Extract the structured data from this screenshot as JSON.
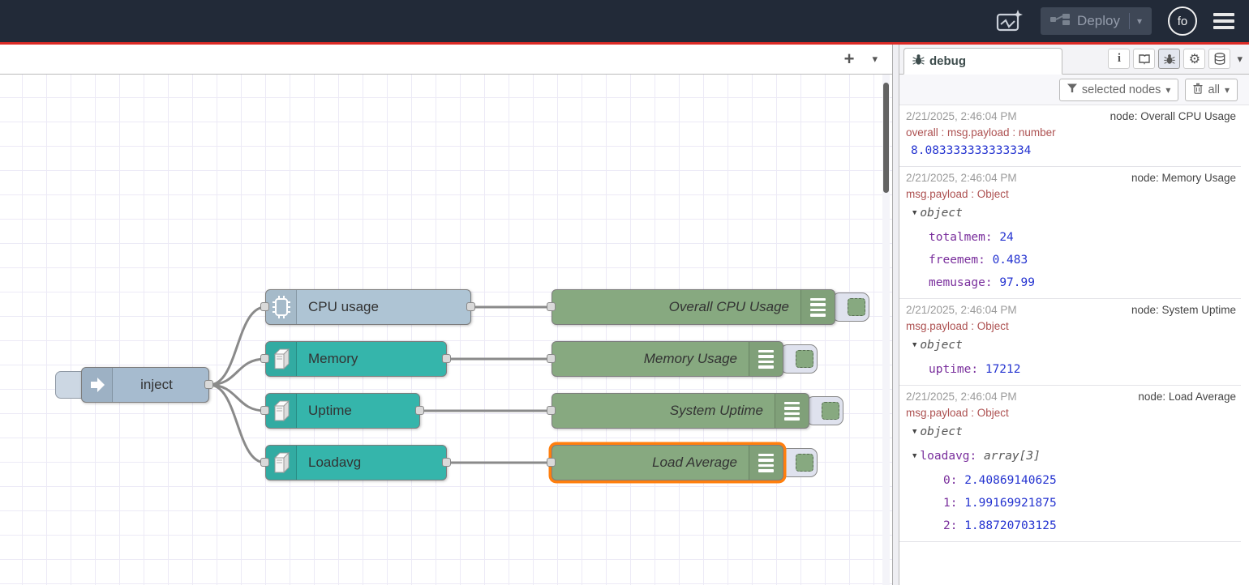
{
  "header": {
    "deploy_label": "Deploy",
    "avatar_label": "fo"
  },
  "colors": {
    "header_bg": "#222a38",
    "deploy_red": "#dc2b26",
    "sel_orange": "#ff7f0e",
    "node_inject": "#a6bbcf",
    "node_cpu": "#aec4d4",
    "node_teal": "#35b5ab",
    "node_green": "#87a980",
    "val_blue": "#2433d0",
    "key_purple": "#792e9c",
    "prop_red": "#ad5151",
    "wire": "#8a8a8a"
  },
  "icons": {
    "header": [
      "sparkle-flow-icon",
      "deploy-nodes-icon",
      "caret-down-icon",
      "avatar",
      "menu-icon"
    ],
    "flow_tabbar": [
      "add-flow-icon",
      "caret-down-icon"
    ],
    "sidebar_toolbar": [
      "info-icon",
      "book-icon",
      "bug-icon",
      "gear-icon",
      "database-icon",
      "caret-down-icon"
    ],
    "filter_row": [
      "funnel-icon",
      "trash-icon"
    ],
    "node_icons": [
      "inject-arrow-icon",
      "cpu-chip-icon",
      "computer-tower-icon",
      "debug-list-icon"
    ]
  },
  "canvas": {
    "nodes": [
      {
        "id": "inject",
        "label": "inject",
        "type": "inject"
      },
      {
        "id": "cpu",
        "label": "CPU usage",
        "type": "os-cpu"
      },
      {
        "id": "memory",
        "label": "Memory",
        "type": "os"
      },
      {
        "id": "uptime",
        "label": "Uptime",
        "type": "os"
      },
      {
        "id": "loadavg",
        "label": "Loadavg",
        "type": "os"
      },
      {
        "id": "debug-cpu",
        "label": "Overall CPU Usage",
        "type": "debug"
      },
      {
        "id": "debug-mem",
        "label": "Memory Usage",
        "type": "debug"
      },
      {
        "id": "debug-uptime",
        "label": "System Uptime",
        "type": "debug"
      },
      {
        "id": "debug-load",
        "label": "Load Average",
        "type": "debug",
        "selected": true
      }
    ]
  },
  "sidebar": {
    "tab_label": "debug",
    "filter_button_label": "selected nodes",
    "clear_button_label": "all",
    "messages": [
      {
        "timestamp": "2/21/2025, 2:46:04 PM",
        "source": "node: Overall CPU Usage",
        "property": "overall : msg.payload : number",
        "value": "8.083333333333334"
      },
      {
        "timestamp": "2/21/2025, 2:46:04 PM",
        "source": "node: Memory Usage",
        "property": "msg.payload : Object",
        "tree": {
          "label": "object",
          "children": [
            {
              "key": "totalmem",
              "value": "24"
            },
            {
              "key": "freemem",
              "value": "0.483"
            },
            {
              "key": "memusage",
              "value": "97.99"
            }
          ]
        }
      },
      {
        "timestamp": "2/21/2025, 2:46:04 PM",
        "source": "node: System Uptime",
        "property": "msg.payload : Object",
        "tree": {
          "label": "object",
          "children": [
            {
              "key": "uptime",
              "value": "17212"
            }
          ]
        }
      },
      {
        "timestamp": "2/21/2025, 2:46:04 PM",
        "source": "node: Load Average",
        "property": "msg.payload : Object",
        "tree": {
          "label": "object",
          "children": [
            {
              "key": "loadavg",
              "type": "array[3]",
              "children": [
                {
                  "key": "0",
                  "value": "2.40869140625"
                },
                {
                  "key": "1",
                  "value": "1.99169921875"
                },
                {
                  "key": "2",
                  "value": "1.88720703125"
                }
              ]
            }
          ]
        }
      }
    ]
  }
}
